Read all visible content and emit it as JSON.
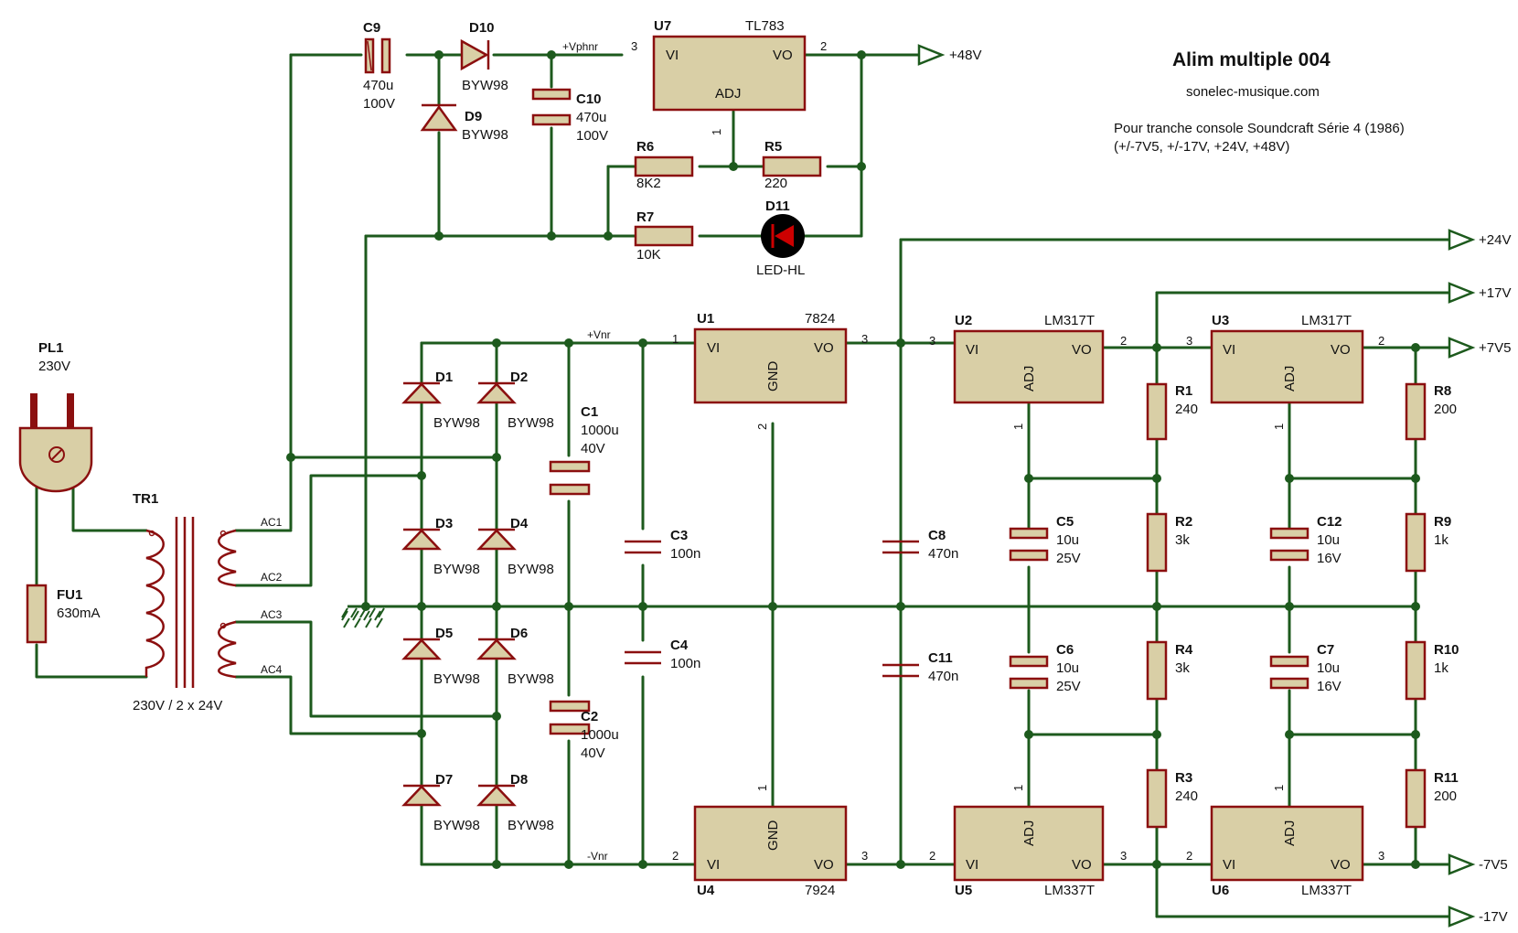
{
  "title": "Alim multiple 004",
  "site": "sonelec-musique.com",
  "desc1": "Pour tranche console Soundcraft Série 4 (1986)",
  "desc2": "(+/-7V5, +/-17V, +24V, +48V)",
  "outputs": {
    "v48": "+48V",
    "v24": "+24V",
    "v17p": "+17V",
    "v75p": "+7V5",
    "v75n": "-7V5",
    "v17n": "-17V"
  },
  "nets": {
    "vphnr": "+Vphnr",
    "vnr": "+Vnr",
    "vnrn": "-Vnr",
    "ac1": "AC1",
    "ac2": "AC2",
    "ac3": "AC3",
    "ac4": "AC4"
  },
  "parts": {
    "PL1": {
      "ref": "PL1",
      "val": "230V"
    },
    "FU1": {
      "ref": "FU1",
      "val": "630mA"
    },
    "TR1": {
      "ref": "TR1",
      "val": "230V / 2 x 24V"
    },
    "C9": {
      "ref": "C9",
      "v1": "470u",
      "v2": "100V"
    },
    "D10": {
      "ref": "D10",
      "val": "BYW98"
    },
    "D9": {
      "ref": "D9",
      "val": "BYW98"
    },
    "C10": {
      "ref": "C10",
      "v1": "470u",
      "v2": "100V"
    },
    "U7": {
      "ref": "U7",
      "type": "TL783",
      "vi": "VI",
      "vo": "VO",
      "adj": "ADJ"
    },
    "R6": {
      "ref": "R6",
      "val": "8K2"
    },
    "R5": {
      "ref": "R5",
      "val": "220"
    },
    "R7": {
      "ref": "R7",
      "val": "10K"
    },
    "D11": {
      "ref": "D11",
      "val": "LED-HL"
    },
    "D1": {
      "ref": "D1",
      "val": "BYW98"
    },
    "D2": {
      "ref": "D2",
      "val": "BYW98"
    },
    "D3": {
      "ref": "D3",
      "val": "BYW98"
    },
    "D4": {
      "ref": "D4",
      "val": "BYW98"
    },
    "D5": {
      "ref": "D5",
      "val": "BYW98"
    },
    "D6": {
      "ref": "D6",
      "val": "BYW98"
    },
    "D7": {
      "ref": "D7",
      "val": "BYW98"
    },
    "D8": {
      "ref": "D8",
      "val": "BYW98"
    },
    "C1": {
      "ref": "C1",
      "v1": "1000u",
      "v2": "40V"
    },
    "C2": {
      "ref": "C2",
      "v1": "1000u",
      "v2": "40V"
    },
    "C3": {
      "ref": "C3",
      "val": "100n"
    },
    "C4": {
      "ref": "C4",
      "val": "100n"
    },
    "U1": {
      "ref": "U1",
      "type": "7824",
      "vi": "VI",
      "vo": "VO",
      "mid": "GND"
    },
    "U4": {
      "ref": "U4",
      "type": "7924",
      "vi": "VI",
      "vo": "VO",
      "mid": "GND"
    },
    "C8": {
      "ref": "C8",
      "val": "470n"
    },
    "C11": {
      "ref": "C11",
      "val": "470n"
    },
    "U2": {
      "ref": "U2",
      "type": "LM317T",
      "vi": "VI",
      "vo": "VO",
      "mid": "ADJ"
    },
    "U5": {
      "ref": "U5",
      "type": "LM337T",
      "vi": "VI",
      "vo": "VO",
      "mid": "ADJ"
    },
    "C5": {
      "ref": "C5",
      "v1": "10u",
      "v2": "25V"
    },
    "C6": {
      "ref": "C6",
      "v1": "10u",
      "v2": "25V"
    },
    "R1": {
      "ref": "R1",
      "val": "240"
    },
    "R2": {
      "ref": "R2",
      "val": "3k"
    },
    "R4": {
      "ref": "R4",
      "val": "3k"
    },
    "R3": {
      "ref": "R3",
      "val": "240"
    },
    "U3": {
      "ref": "U3",
      "type": "LM317T",
      "vi": "VI",
      "vo": "VO",
      "mid": "ADJ"
    },
    "U6": {
      "ref": "U6",
      "type": "LM337T",
      "vi": "VI",
      "vo": "VO",
      "mid": "ADJ"
    },
    "C12": {
      "ref": "C12",
      "v1": "10u",
      "v2": "16V"
    },
    "C7": {
      "ref": "C7",
      "v1": "10u",
      "v2": "16V"
    },
    "R8": {
      "ref": "R8",
      "val": "200"
    },
    "R9": {
      "ref": "R9",
      "val": "1k"
    },
    "R10": {
      "ref": "R10",
      "val": "1k"
    },
    "R11": {
      "ref": "R11",
      "val": "200"
    }
  },
  "pins": {
    "p1": "1",
    "p2": "2",
    "p3": "3"
  },
  "colors": {
    "wire": "#1d5a1d",
    "lead": "#8b0f0f",
    "body": "#d9cfa6",
    "led": "#cc0000"
  }
}
